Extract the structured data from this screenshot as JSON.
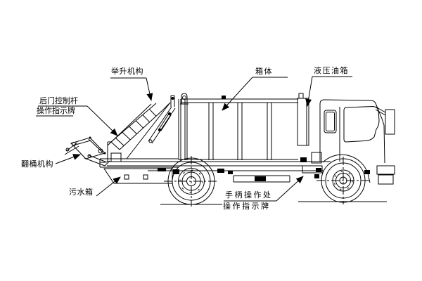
{
  "canvas": {
    "background": "#ffffff",
    "line_color": "#000000",
    "text_color": "#000000"
  },
  "diagram": {
    "subject": "rear-loading compression garbage truck, side view technical line drawing",
    "labels": {
      "lift_mechanism": "举升机构",
      "body": "箱体",
      "hydraulic_tank": "液压油箱",
      "rear_door_control_line1": "后门控制杆",
      "rear_door_control_line2": "操作指示牌",
      "bin_flip_mechanism": "翻桶机构",
      "sewage_tank": "污水箱",
      "handle_operation_line1": "手柄操作处",
      "handle_operation_line2": "操作指示牌"
    }
  }
}
